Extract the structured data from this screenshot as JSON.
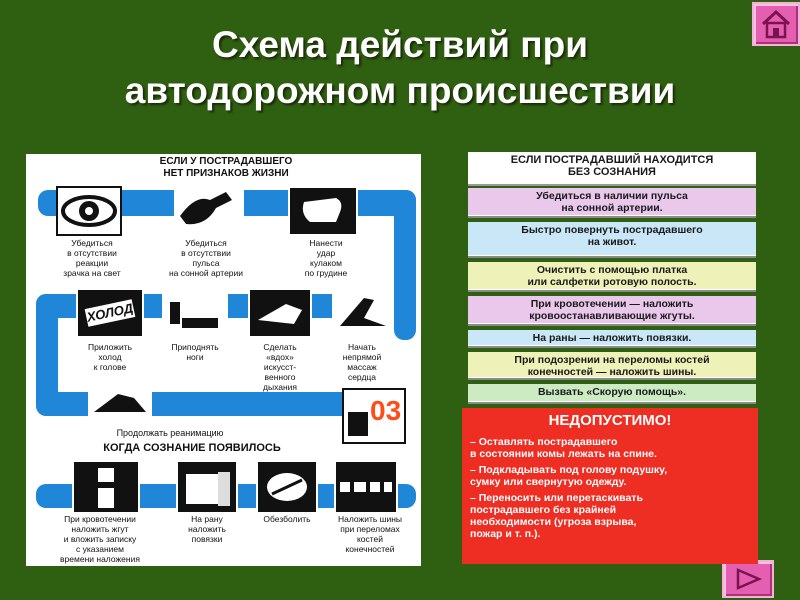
{
  "slide": {
    "title_line1": "Схема действий при",
    "title_line2": "автодорожном происшествии"
  },
  "nav": {
    "home_icon": "home-icon",
    "next_icon": "arrow-right-icon",
    "color": "#e45fb0"
  },
  "left_poster": {
    "header1": "ЕСЛИ У ПОСТРАДАВШЕГО\nНЕТ ПРИЗНАКОВ ЖИЗНИ",
    "row1": [
      "Убедиться\nв отсутствии\nреакции\nзрачка на свет",
      "Убедиться\nв отсутствии\nпульса\nна сонной артерии",
      "Нанести\nудар\nкулаком\nпо грудине"
    ],
    "cold_label": "ХОЛОД",
    "row2": [
      "Приложить\nхолод\nк голове",
      "Приподнять\nноги",
      "Сделать\n«вдох»\nискусст-\nвенного\nдыхания",
      "Начать\nнепрямой\nмассаж\nсердца"
    ],
    "count_label": "03",
    "continue": "Продолжать реанимацию",
    "header2": "КОГДА СОЗНАНИЕ ПОЯВИЛОСЬ",
    "row3": [
      "При кровотечении\nналожить жгут\nи вложить записку\nс указанием\nвремени наложения",
      "На рану\nналожить\nповязки",
      "Обезболить",
      "Наложить шины\nпри переломах\nкостей\nконечностей"
    ],
    "accent": "#1f86d8"
  },
  "right_poster": {
    "header": "ЕСЛИ ПОСТРАДАВШИЙ НАХОДИТСЯ\nБЕЗ СОЗНАНИЯ",
    "steps": [
      {
        "text": "Убедиться в наличии пульса\nна сонной артерии.",
        "color": "#e9c8ec"
      },
      {
        "text": "Быстро повернуть пострадавшего\nна живот.",
        "color": "#c9e7f7"
      },
      {
        "text": "Очистить с помощью платка\nили салфетки ротовую полость.",
        "color": "#eef2b9"
      },
      {
        "text": "При кровотечении — наложить\nкровоостанавливающие жгуты.",
        "color": "#e9c8ec"
      },
      {
        "text": "На раны — наложить повязки.",
        "color": "#c9e7f7"
      },
      {
        "text": "При подозрении на переломы костей\nконечностей — наложить шины.",
        "color": "#eef2b9"
      },
      {
        "text": "Вызвать «Скорую помощь».",
        "color": "#ccebc3"
      }
    ],
    "warning_title": "НЕДОПУСТИМО!",
    "warnings": [
      "– Оставлять пострадавшего\n   в состоянии комы лежать на спине.",
      "– Подкладывать под голову подушку,\n   сумку или свернутую одежду.",
      "– Переносить или перетаскивать\n   пострадавшего без крайней\n   необходимости (угроза взрыва,\n   пожар и т. п.)."
    ],
    "warning_color": "#ee2d23"
  }
}
